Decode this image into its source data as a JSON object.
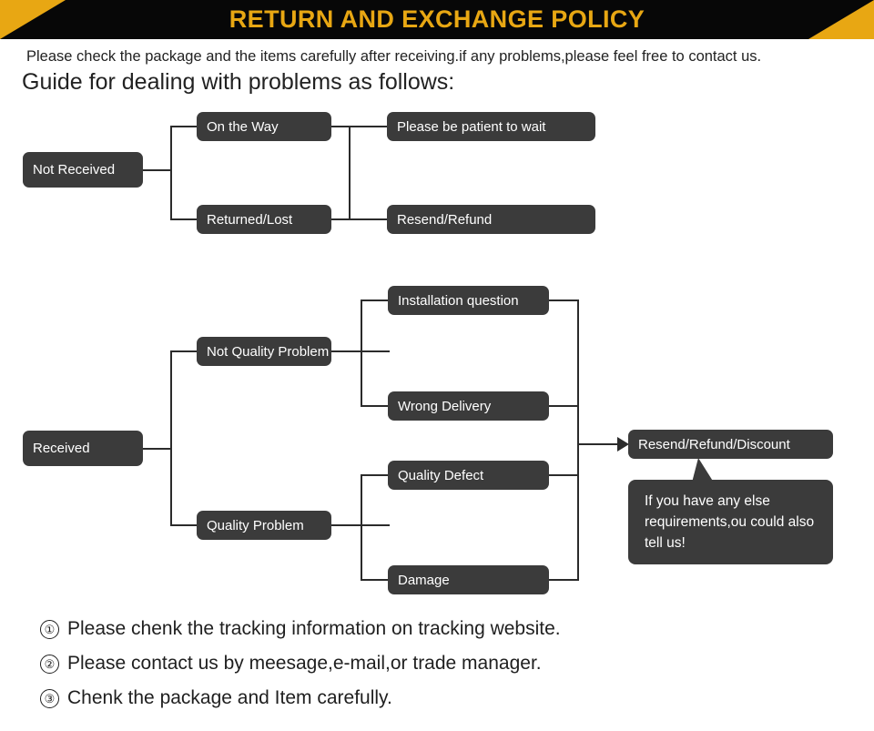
{
  "banner": {
    "title": "RETURN AND EXCHANGE POLICY",
    "bg_color": "#070707",
    "accent_color": "#E8A713"
  },
  "intro": {
    "line1": "Please check the package and the items carefully after receiving.if any problems,please feel free to contact us.",
    "line2": "Guide for dealing with problems as follows:"
  },
  "flow1": {
    "root": "Not Received",
    "branches": [
      {
        "label": "On the Way",
        "outcome": "Please be patient to wait"
      },
      {
        "label": "Returned/Lost",
        "outcome": "Resend/Refund"
      }
    ]
  },
  "flow2": {
    "root": "Received",
    "branches": [
      {
        "label": "Not Quality Problem",
        "children": [
          "Installation question",
          "Wrong Delivery"
        ]
      },
      {
        "label": "Quality Problem",
        "children": [
          "Quality Defect",
          "Damage"
        ]
      }
    ],
    "result": "Resend/Refund/Discount",
    "bubble": "If you have any else requirements,ou could also tell us!"
  },
  "notes": [
    {
      "num": "①",
      "text": "Please chenk the tracking information on tracking website."
    },
    {
      "num": "②",
      "text": "Please contact us by meesage,e-mail,or trade manager."
    },
    {
      "num": "③",
      "text": "Chenk the package and Item carefully."
    }
  ],
  "colors": {
    "node_fill": "#3b3b3b",
    "node_text": "#ffffff",
    "line": "#2b2b2b",
    "page_bg": "#ffffff"
  }
}
